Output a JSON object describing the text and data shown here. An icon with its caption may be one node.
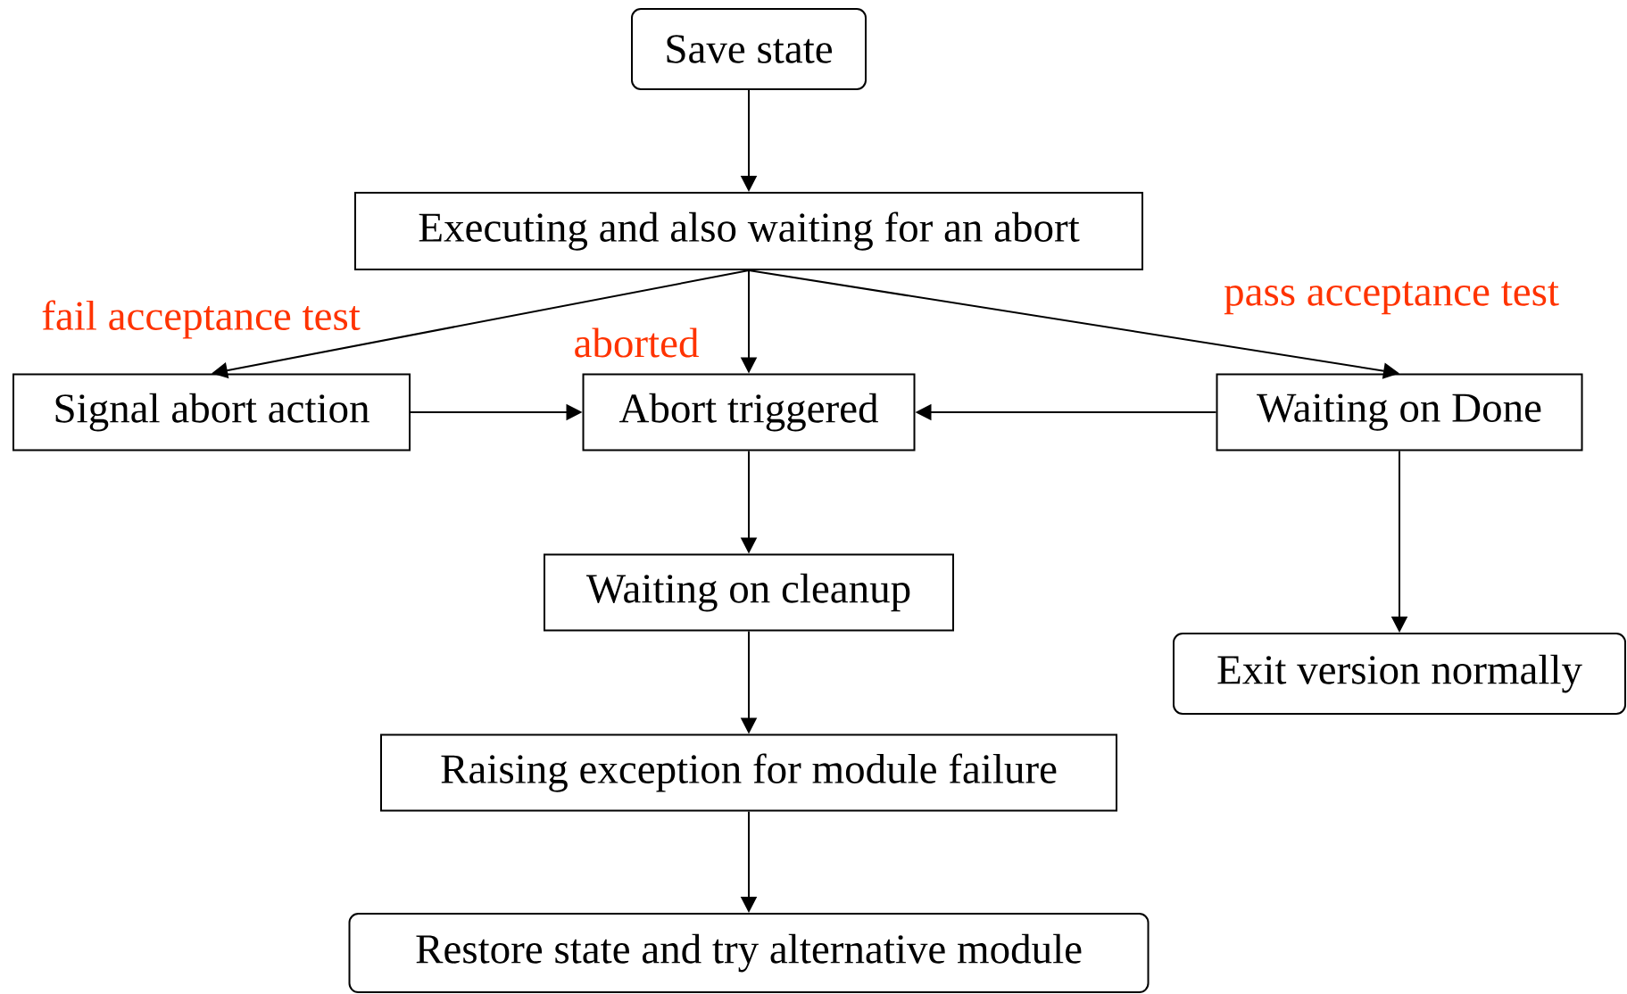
{
  "diagram": {
    "nodes": [
      {
        "text": [
          "Save state"
        ]
      },
      {
        "text": [
          "Executing and also waiting for an abort"
        ]
      },
      {
        "text": [
          "Signal abort action"
        ]
      },
      {
        "text": [
          "Abort triggered"
        ]
      },
      {
        "text": [
          "Waiting on Done"
        ]
      },
      {
        "text": [
          "Waiting on cleanup"
        ]
      },
      {
        "text": [
          "Exit version normally"
        ]
      },
      {
        "text": [
          "Raising exception for module failure"
        ]
      },
      {
        "text": [
          "Restore state and try alternative module"
        ]
      }
    ],
    "edges": [
      {
        "from": 0,
        "to": 1,
        "arrow": "to"
      },
      {
        "from": 1,
        "to": 2,
        "arrow": "to",
        "label": "fail acceptance test"
      },
      {
        "from": 1,
        "to": 3,
        "arrow": "to",
        "label": "aborted"
      },
      {
        "from": 1,
        "to": 4,
        "arrow": "to",
        "label": "pass acceptance test"
      },
      {
        "from": 2,
        "to": 3,
        "arrow": "to"
      },
      {
        "from": 4,
        "to": 3,
        "arrow": "to"
      },
      {
        "from": 3,
        "to": 5,
        "arrow": "to"
      },
      {
        "from": 4,
        "to": 6,
        "arrow": "to"
      },
      {
        "from": 5,
        "to": 7,
        "arrow": "to"
      },
      {
        "from": 7,
        "to": 8,
        "arrow": "to"
      }
    ]
  }
}
